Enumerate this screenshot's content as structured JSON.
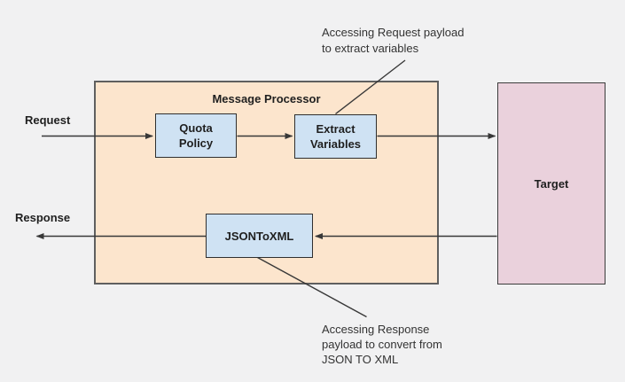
{
  "processor": {
    "title": "Message Processor"
  },
  "nodes": {
    "quota_policy": {
      "lines": [
        "Quota",
        "Policy"
      ]
    },
    "extract_variables": {
      "lines": [
        "Extract",
        "Variables"
      ]
    },
    "json_to_xml": {
      "lines": [
        "JSONToXML"
      ]
    },
    "target": {
      "lines": [
        "Target"
      ]
    }
  },
  "flow_labels": {
    "request": "Request",
    "response": "Response"
  },
  "annotations": {
    "request_note": {
      "lines": [
        "Accessing Request payload",
        "to extract variables"
      ]
    },
    "response_note": {
      "lines": [
        "Accessing Response",
        "payload to convert from",
        "JSON TO XML"
      ]
    }
  },
  "colors": {
    "background": "#f1f1f2",
    "processor_fill": "#fce5cd",
    "processor_border": "#5f5f5f",
    "node_fill": "#cfe2f3",
    "node_border": "#2f2f2f",
    "target_fill": "#ead1dc",
    "target_border": "#3c3c3c",
    "connector": "#383838",
    "text": "#1f1f1f",
    "annotation_text": "#333333"
  }
}
